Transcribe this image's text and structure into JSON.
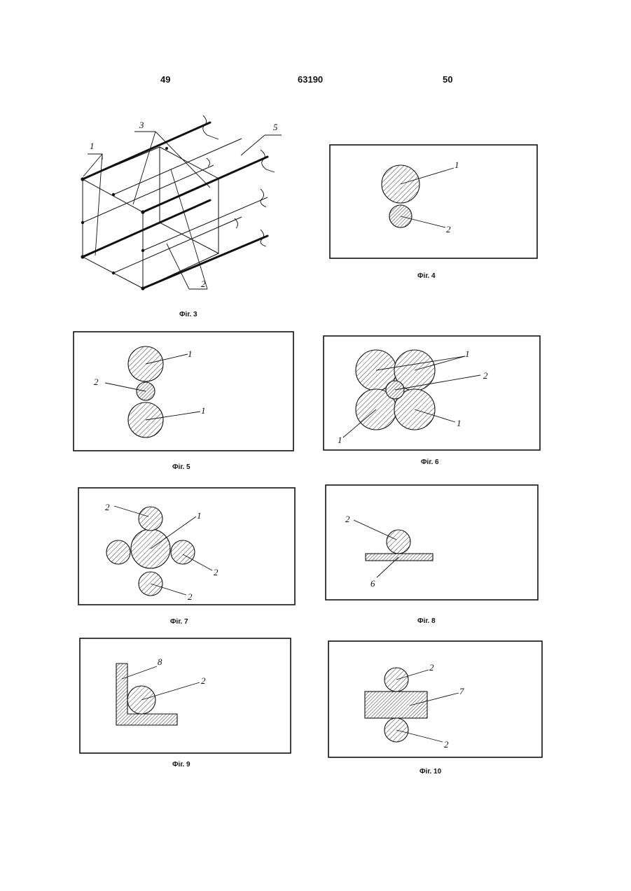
{
  "header": {
    "left_page": "49",
    "patent_number": "63190",
    "right_page": "50"
  },
  "figures": {
    "fig3": {
      "caption": "Фіг. 3",
      "labels": [
        "1",
        "3",
        "5",
        "2"
      ]
    },
    "fig4": {
      "caption": "Фіг. 4",
      "labels": [
        "1",
        "2"
      ]
    },
    "fig5": {
      "caption": "Фіг. 5",
      "labels": [
        "1",
        "2",
        "1"
      ]
    },
    "fig6": {
      "caption": "Фіг. 6",
      "labels": [
        "1",
        "2",
        "1",
        "1"
      ]
    },
    "fig7": {
      "caption": "Фіг. 7",
      "labels": [
        "2",
        "1",
        "2",
        "2"
      ]
    },
    "fig8": {
      "caption": "Фіг. 8",
      "labels": [
        "2",
        "6"
      ]
    },
    "fig9": {
      "caption": "Фіг. 9",
      "labels": [
        "8",
        "2"
      ]
    },
    "fig10": {
      "caption": "Фіг. 10",
      "labels": [
        "2",
        "7",
        "2"
      ]
    }
  }
}
